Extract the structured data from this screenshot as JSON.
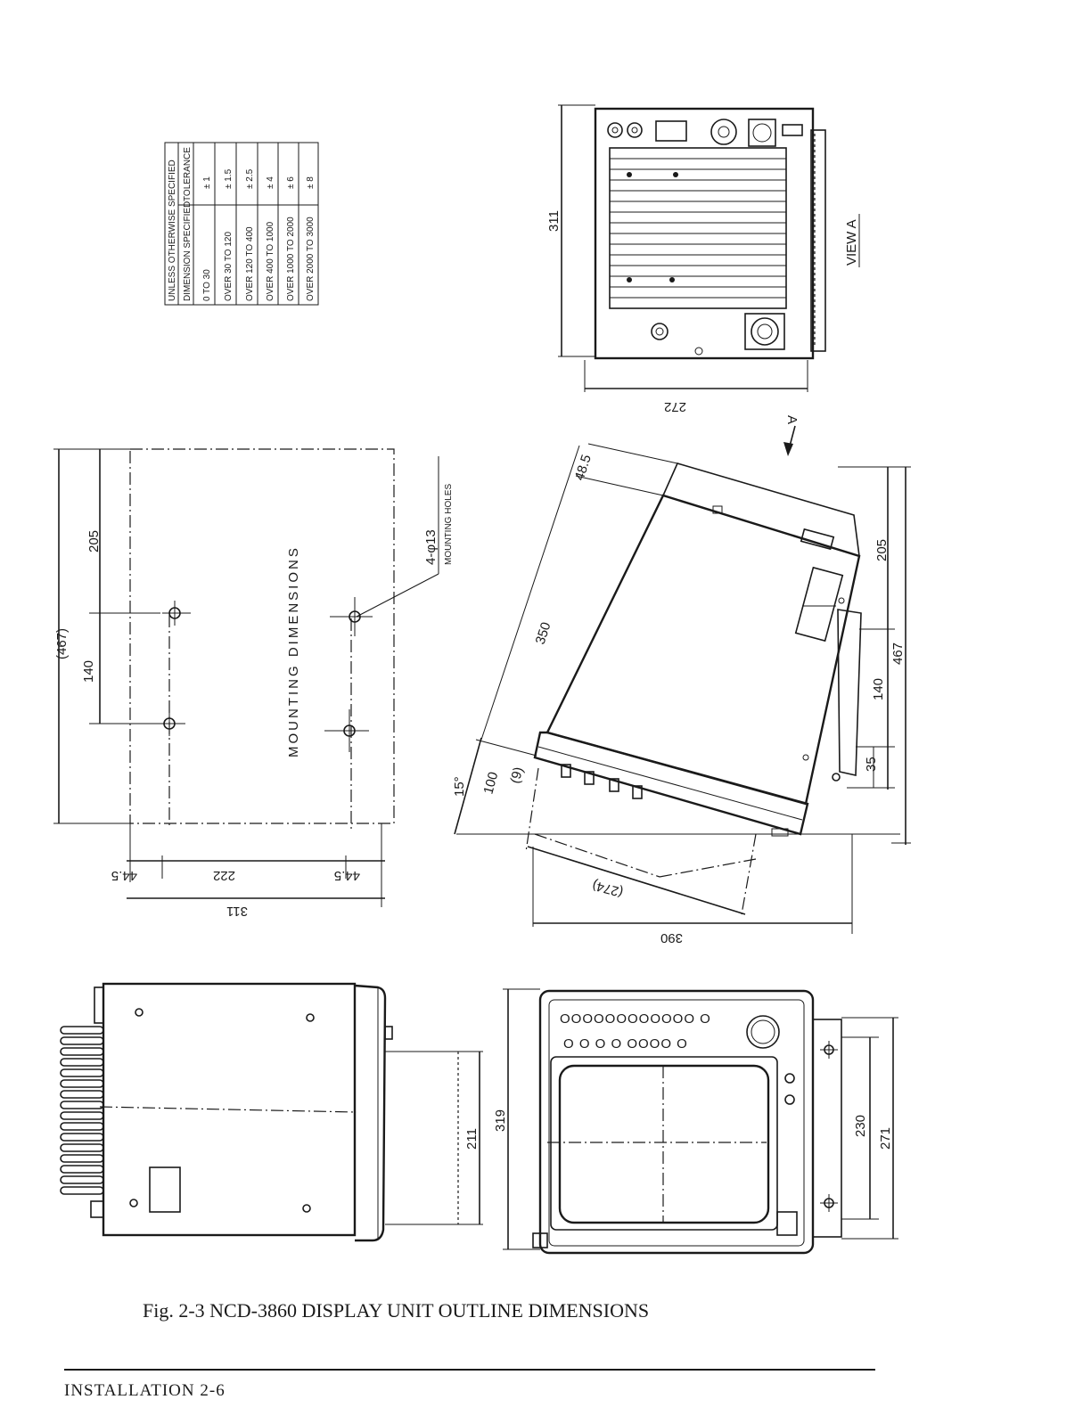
{
  "figure": {
    "caption": "Fig. 2-3 NCD-3860 DISPLAY UNIT OUTLINE DIMENSIONS",
    "footer": "INSTALLATION 2-6"
  },
  "tolerance_table": {
    "title": "UNLESS OTHERWISE SPECIFIED",
    "headers": [
      "DIMENSION SPECIFIED",
      "TOLERANCE"
    ],
    "rows": [
      {
        "range": "0 TO 30",
        "tol": "± 1"
      },
      {
        "range": "OVER 30 TO 120",
        "tol": "± 1.5"
      },
      {
        "range": "OVER 120 TO 400",
        "tol": "± 2.5"
      },
      {
        "range": "OVER 400 TO 1000",
        "tol": "± 4"
      },
      {
        "range": "OVER 1000 TO 2000",
        "tol": "± 6"
      },
      {
        "range": "OVER 2000 TO 3000",
        "tol": "± 8"
      }
    ]
  },
  "rear_view": {
    "label": "VIEW A",
    "height": "311",
    "width": "272",
    "arrow_label": "A"
  },
  "mounting": {
    "title": "MOUNTING DIMENSIONS",
    "holes_label_1": "4-φ13",
    "holes_label_2": "MOUNTING HOLES",
    "dim_overall_height": "(467)",
    "dim_top": "205",
    "dim_hole_pitch": "140",
    "dim_margin_left": "44.5",
    "dim_hole_span": "222",
    "dim_margin_right": "44.5",
    "dim_overall_width": "311"
  },
  "side_tilted": {
    "dim_depth_top": "48.5",
    "dim_length": "350",
    "dim_front": "100",
    "dim_front_offset": "(9)",
    "tilt_angle": "15°",
    "dim_base": "(274)",
    "dim_overall_depth": "390",
    "dim_top_right": "205",
    "dim_hole_pitch": "140",
    "dim_bottom": "35",
    "dim_overall_height": "467"
  },
  "side_view": {
    "dim_height": "211"
  },
  "front_view": {
    "knobs_row_1": "OOOOOOOOOOOO O",
    "knobs_row_2": "O O O O OOOO O",
    "dim_overall_height": "319",
    "dim_hole_pitch": "230",
    "dim_bracket_height": "271"
  }
}
